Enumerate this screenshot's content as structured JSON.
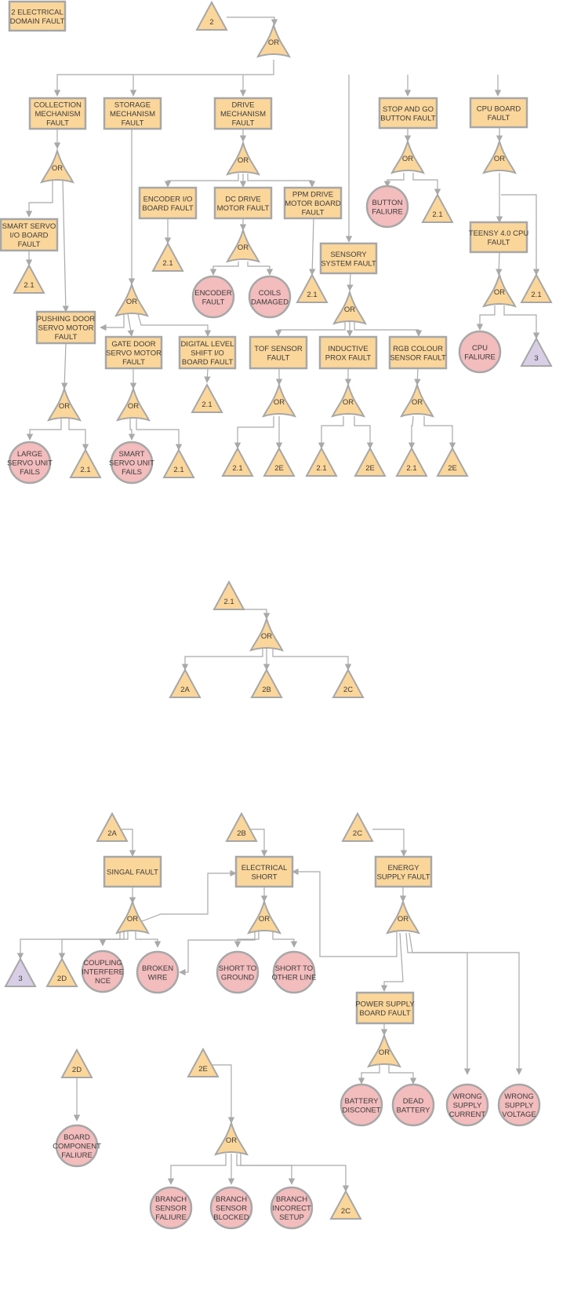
{
  "gate_label": "OR",
  "top": "2 ELECTRICAL DOMAIN FAULT",
  "tri": {
    "t2": "2",
    "t21": "2.1",
    "t2A": "2A",
    "t2B": "2B",
    "t2C": "2C",
    "t2D": "2D",
    "t2E": "2E",
    "t3": "3"
  },
  "boxes": {
    "collection": "COLLECTION MECHANISM FAULT",
    "storage": "STORAGE MECHANISM FAULT",
    "drive": "DRIVE MECHANISM FAULT",
    "stopgo": "STOP AND GO BUTTON FAULT",
    "cpu": "CPU BOARD FAULT",
    "smartservoio": "SMART SERVO I/O BOARD FAULT",
    "encoderio": "ENCODER I/O BOARD FAULT",
    "dcdrive": "DC DRIVE MOTOR FAULT",
    "ppmdrive": "PPM DRIVE MOTOR BOARD FAULT",
    "sensory": "SENSORY SYSTEM FAULT",
    "teensy": "TEENSY 4.0 CPU FAULT",
    "pushing": "PUSHING DOOR SERVO MOTOR FAULT",
    "gatedoor": "GATE DOOR SERVO MOTOR FAULT",
    "digital": "DIGITAL LEVEL SHIFT I/O BOARD FAULT",
    "tof": "TOF SENSOR FAULT",
    "inductive": "INDUCTIVE PROX FAULT",
    "rgb": "RGB COLOUR SENSOR FAULT",
    "singal": "SINGAL FAULT",
    "eshort": "ELECTRICAL SHORT",
    "energy": "ENERGY SUPPLY FAULT",
    "psboard": "POWER SUPPLY BOARD FAULT"
  },
  "events": {
    "button": "BUTTON FALIURE",
    "encoder": "ENCODER FAULT",
    "coils": "COILS DAMAGED",
    "cpufail": "CPU FALIURE",
    "large": "LARGE SERVO UNIT FAILS",
    "smart": "SMART SERVO UNIT FAILS",
    "coupling": "COUPLING INTERFERE NCE",
    "broken": "BROKEN WIRE",
    "sground": "SHORT TO GROUND",
    "sline": "SHORT TO OTHER LINE",
    "battery": "BATTERY DISCONET",
    "dead": "DEAD BATTERY",
    "wcurrent": "WRONG SUPPLY CURRENT",
    "wvoltage": "WRONG SUPPLY VOLTAGE",
    "board": "BOARD COMPONENT FALIURE",
    "bfail": "BRANCH SENSOR FALIURE",
    "bblocked": "BRANCH SENSOR BLOCKED",
    "bsetup": "BRANCH INCORECT SETUP"
  }
}
